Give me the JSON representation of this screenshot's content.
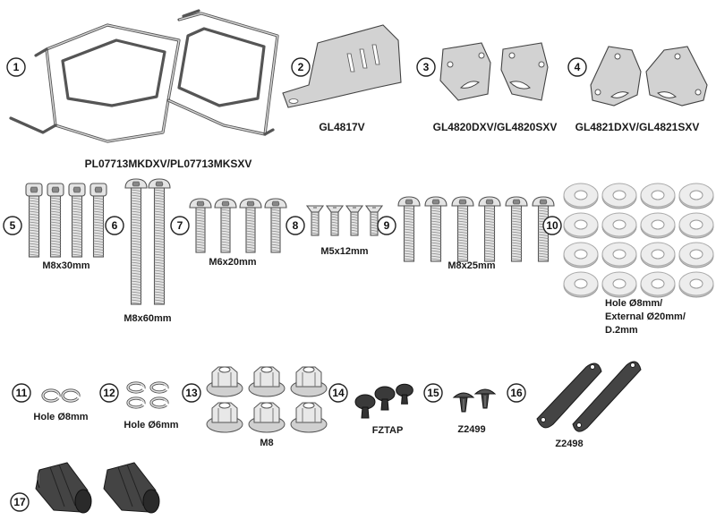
{
  "parts": [
    {
      "num": "1",
      "code": "PL07713MKDXV/PL07713MKSXV",
      "icon": "side-case-holder-frames"
    },
    {
      "num": "2",
      "code": "GL4817V",
      "icon": "mounting-plate"
    },
    {
      "num": "3",
      "code": "GL4820DXV/GL4820SXV",
      "icon": "bracket-pair"
    },
    {
      "num": "4",
      "code": "GL4821DXV/GL4821SXV",
      "icon": "bracket-pair"
    },
    {
      "num": "5",
      "size": "M8x30mm",
      "icon": "hex-socket-bolt",
      "qty": 4
    },
    {
      "num": "6",
      "size": "M8x60mm",
      "icon": "button-head-bolt",
      "qty": 2
    },
    {
      "num": "7",
      "size": "M6x20mm",
      "icon": "button-head-bolt",
      "qty": 4
    },
    {
      "num": "8",
      "size": "M5x12mm",
      "icon": "countersunk-screw",
      "qty": 4
    },
    {
      "num": "9",
      "size": "M8x25mm",
      "icon": "button-head-bolt",
      "qty": 6
    },
    {
      "num": "10",
      "size_lines": [
        "Hole Ø8mm/",
        "External Ø20mm/",
        "D.2mm"
      ],
      "icon": "flat-washer",
      "qty": 16
    },
    {
      "num": "11",
      "size": "Hole Ø8mm",
      "icon": "spring-washer",
      "qty": 2
    },
    {
      "num": "12",
      "size": "Hole Ø6mm",
      "icon": "spring-washer",
      "qty": 4
    },
    {
      "num": "13",
      "size": "M8",
      "icon": "flange-nut",
      "qty": 6
    },
    {
      "num": "14",
      "size": "FZTAP",
      "icon": "push-cap",
      "qty": 3
    },
    {
      "num": "15",
      "size": "Z2499",
      "icon": "expansion-rivet",
      "qty": 2
    },
    {
      "num": "16",
      "size": "Z2498",
      "icon": "rubber-strap",
      "qty": 2
    },
    {
      "num": "17",
      "icon": "end-cap",
      "qty": 2
    }
  ]
}
